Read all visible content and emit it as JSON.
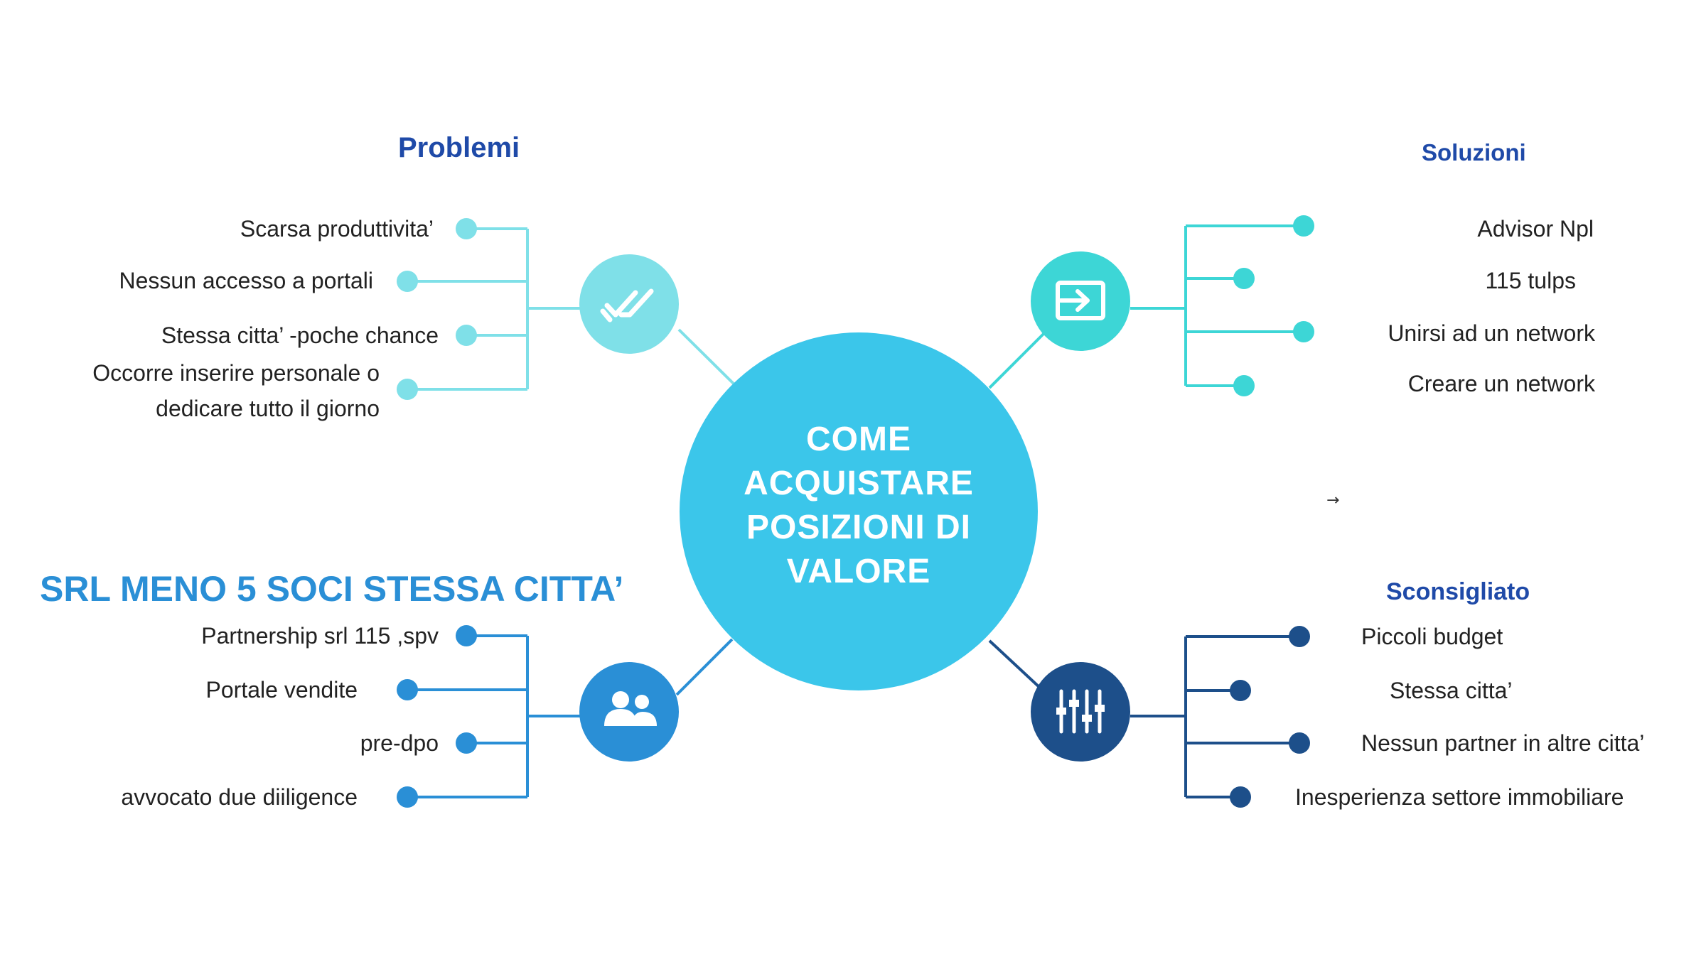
{
  "center": {
    "text": "COME ACQUISTARE POSIZIONI DI VALORE",
    "color": "#3bc6ea"
  },
  "quadrants": {
    "problemi": {
      "title": "Problemi",
      "title_color": "#1f4aa8",
      "color": "#7fe0e8",
      "icon": "double-check-icon",
      "items": [
        "Scarsa produttivita’",
        "Nessun accesso a portali",
        "Stessa citta’ -poche chance",
        "Occorre inserire personale o dedicare tutto il giorno"
      ]
    },
    "soluzioni": {
      "title": "Soluzioni",
      "title_color": "#1f4aa8",
      "color": "#3dd6d6",
      "icon": "sign-in-icon",
      "items": [
        "Advisor Npl",
        "115 tulps",
        "Unirsi ad un network",
        "Creare un network"
      ]
    },
    "srl": {
      "title": "SRL MENO 5 SOCI STESSA CITTA’",
      "title_color": "#2a8fd6",
      "color": "#2a8fd6",
      "icon": "people-icon",
      "items": [
        "Partnership srl 115 ,spv",
        "Portale vendite",
        "pre-dpo",
        "avvocato due diiligence"
      ]
    },
    "sconsigliato": {
      "title": "Sconsigliato",
      "title_color": "#1f4aa8",
      "color": "#1d4f8a",
      "icon": "mixer-sliders-icon",
      "items": [
        "Piccoli budget",
        "Stessa citta’",
        "Nessun partner in altre citta’",
        "Inesperienza settore immobiliare"
      ]
    }
  },
  "arrow_glyph": "→"
}
